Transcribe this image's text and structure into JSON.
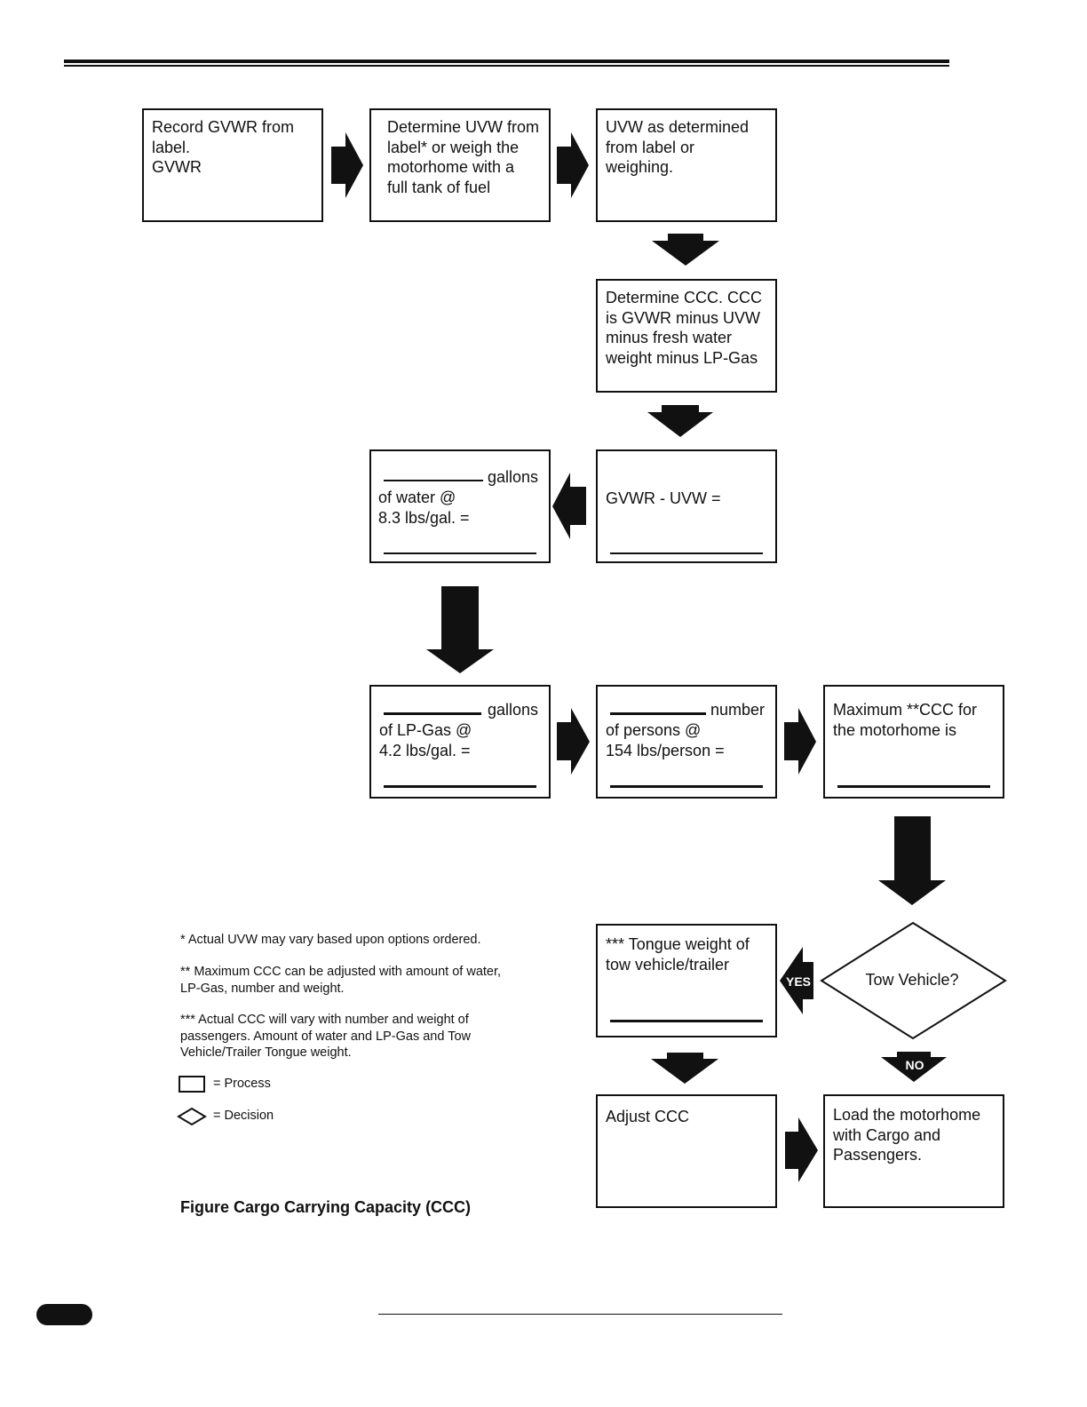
{
  "boxes": {
    "record_gvwr": "Record GVWR from\nlabel.\nGVWR",
    "determine_uvw": "Determine UVW from\nlabel* or weigh the\nmotorhome with a\nfull tank of fuel",
    "uvw_determined": "UVW as determined\nfrom label or\nweighing.",
    "determine_ccc": "Determine CCC. CCC\nis GVWR minus UVW\nminus fresh water\nweight minus LP-Gas",
    "gvwr_minus_uvw": "GVWR - UVW =",
    "water_word": "gallons",
    "water_text": "of water @\n8.3 lbs/gal. =",
    "lpgas_word": "gallons",
    "lpgas_text": "of LP-Gas @\n4.2 lbs/gal. =",
    "persons_word": "number",
    "persons_text": "of persons @\n154 lbs/person =",
    "max_ccc": "Maximum **CCC for\nthe motorhome is",
    "tongue_weight": "*** Tongue weight of\ntow vehicle/trailer",
    "adjust_ccc": "Adjust CCC",
    "load_motorhome": "Load the motorhome\nwith Cargo and\nPassengers.",
    "decision": "Tow Vehicle?"
  },
  "arrow_labels": {
    "yes": "YES",
    "no": "NO"
  },
  "notes": {
    "note1": "* Actual UVW may vary based upon options ordered.",
    "note2": "** Maximum CCC can be adjusted with amount of water,\nLP-Gas, number and weight.",
    "note3": "*** Actual CCC will vary with number and weight of\npassengers. Amount of water and LP-Gas and Tow\nVehicle/Trailer Tongue weight."
  },
  "legend": {
    "process": "= Process",
    "decision": "= Decision"
  },
  "caption": "Figure Cargo Carrying Capacity (CCC)",
  "colors": {
    "ink": "#111111",
    "background": "#ffffff"
  }
}
